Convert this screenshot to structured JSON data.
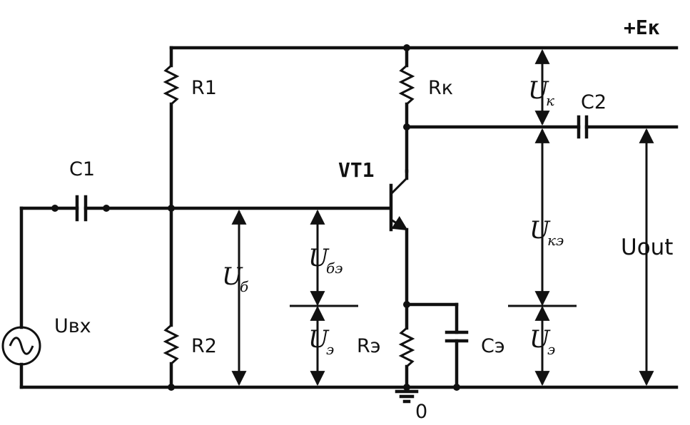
{
  "supply": "+Eк",
  "ground": "0",
  "transistor": "VT1",
  "components": {
    "r1": "R1",
    "r2": "R2",
    "rk": "Rк",
    "re": "Rэ",
    "c1": "C1",
    "c2": "C2",
    "ce": "Cэ"
  },
  "source": "Uвх",
  "output": "Uout",
  "voltages": {
    "ub": {
      "main": "U",
      "sub": "б"
    },
    "ube": {
      "main": "U",
      "sub": "бэ"
    },
    "ue_left": {
      "main": "U",
      "sub": "э"
    },
    "uk": {
      "main": "U",
      "sub": "к"
    },
    "uke": {
      "main": "U",
      "sub": "кэ"
    },
    "ue_right": {
      "main": "U",
      "sub": "э"
    }
  }
}
